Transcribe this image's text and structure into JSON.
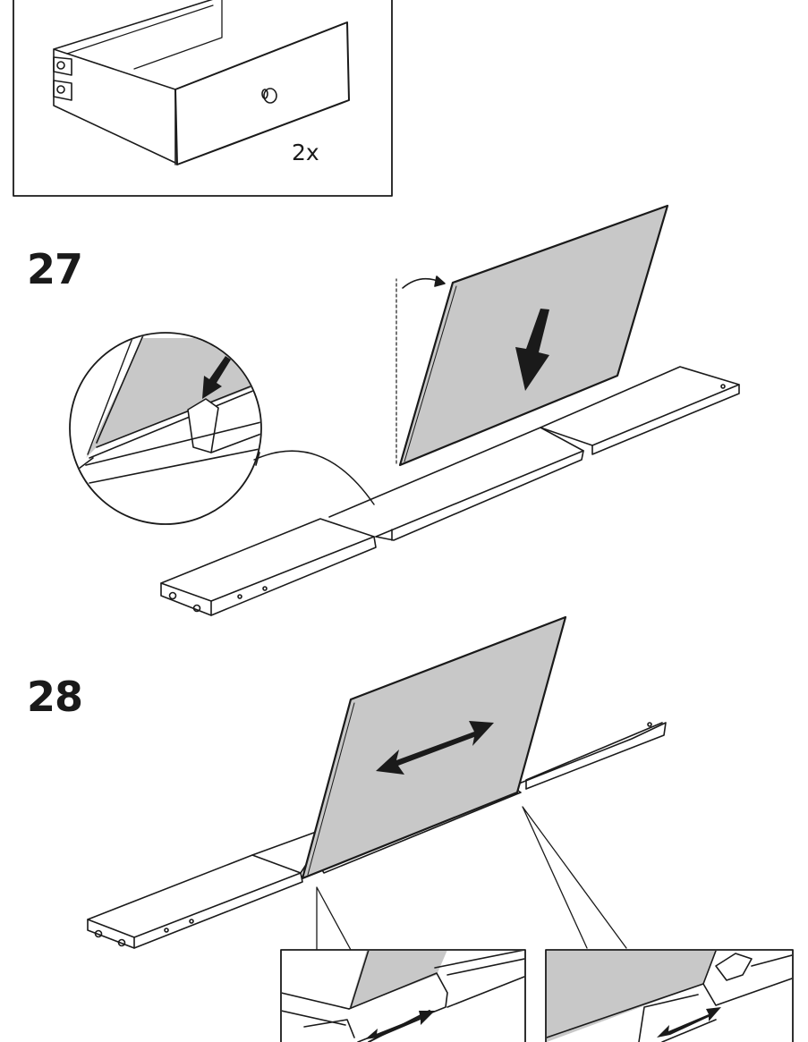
{
  "inset": {
    "quantity_label": "2x"
  },
  "steps": [
    {
      "number": "27",
      "motion": "lower-panel-into-groove",
      "arrow_icon": "down-arrow-icon"
    },
    {
      "number": "28",
      "motion": "slide-panel-left-right",
      "arrow_icon": "double-arrow-icon"
    }
  ],
  "colors": {
    "line": "#1a1a1a",
    "panel_fill": "#c8c8c8",
    "background": "#ffffff"
  }
}
